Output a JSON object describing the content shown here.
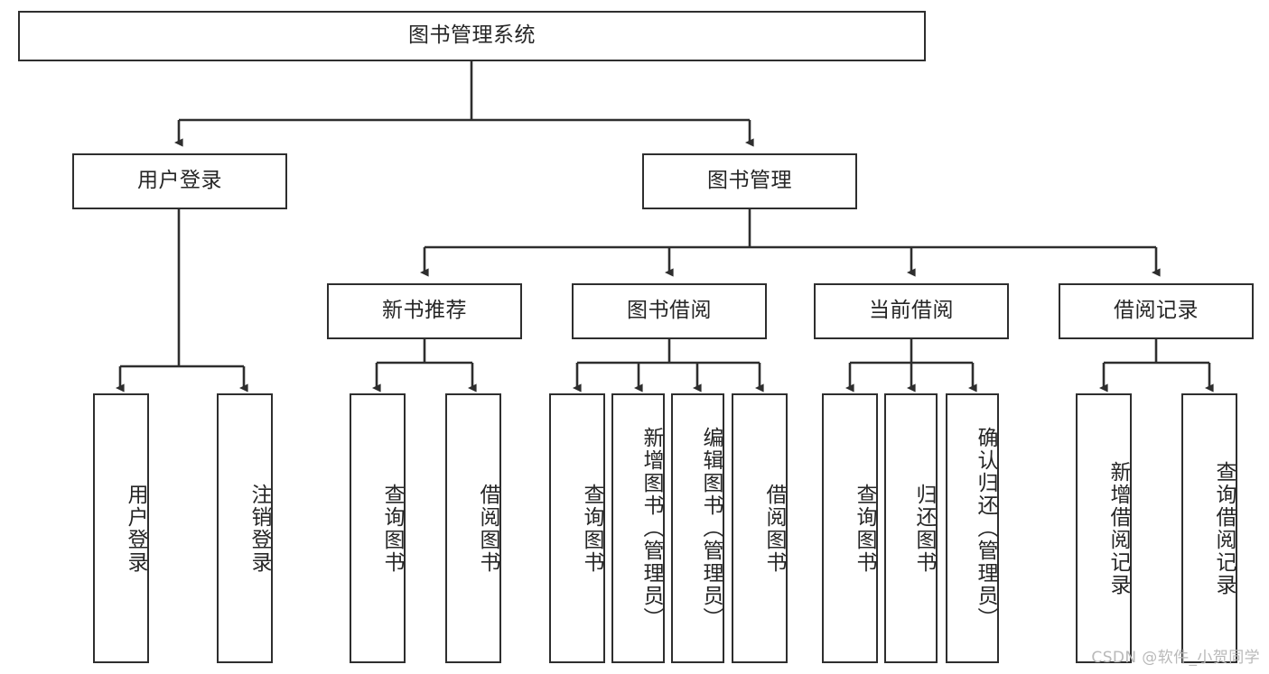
{
  "diagram": {
    "title": "图书管理系统",
    "type": "hierarchy-tree",
    "orientation": "top-down",
    "line_color": "#2e2e2e",
    "text_color": "#262626",
    "background_color": "#ffffff",
    "levels": 4,
    "root": {
      "label": "图书管理系统"
    },
    "level2": [
      {
        "label": "用户登录"
      },
      {
        "label": "图书管理"
      }
    ],
    "level3": [
      {
        "label": "新书推荐",
        "parent": "图书管理"
      },
      {
        "label": "图书借阅",
        "parent": "图书管理"
      },
      {
        "label": "当前借阅",
        "parent": "图书管理"
      },
      {
        "label": "借阅记录",
        "parent": "图书管理"
      }
    ],
    "leaves": {
      "user_login": [
        {
          "label": "用户登录"
        },
        {
          "label": "注销登录"
        }
      ],
      "new_book_recommend": [
        {
          "label": "查询图书"
        },
        {
          "label": "借阅图书"
        }
      ],
      "book_borrow": [
        {
          "label": "查询图书"
        },
        {
          "label": "新增图书（管理员）"
        },
        {
          "label": "编辑图书（管理员）"
        },
        {
          "label": "借阅图书"
        }
      ],
      "current_borrow": [
        {
          "label": "查询图书"
        },
        {
          "label": "归还图书"
        },
        {
          "label": "确认归还（管理员）"
        }
      ],
      "borrow_record": [
        {
          "label": "新增借阅记录"
        },
        {
          "label": "查询借阅记录"
        }
      ]
    }
  },
  "watermark": {
    "text": "CSDN @软件_小贺同学"
  }
}
